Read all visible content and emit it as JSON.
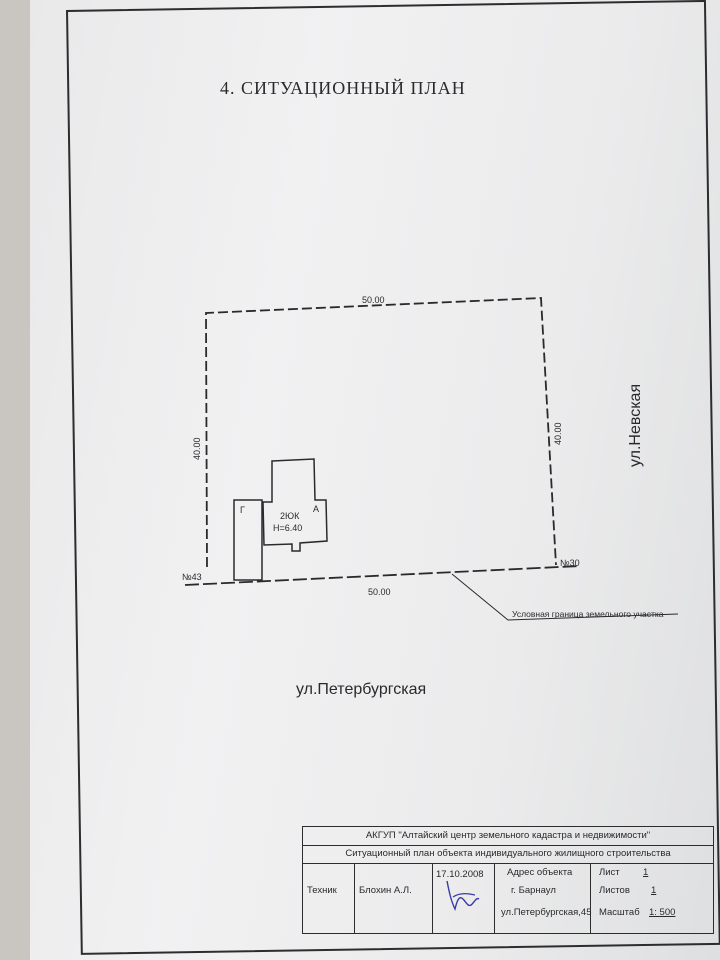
{
  "document": {
    "title": "4. СИТУАЦИОННЫЙ ПЛАН"
  },
  "plan": {
    "top_dim": "50.00",
    "bottom_dim": "50.00",
    "left_dim": "40.00",
    "right_dim": "40.00",
    "building_code": "2ЮК",
    "building_height": "H=6.40",
    "annex_label": "Г",
    "wing_label": "А",
    "neighbor_left": "№43",
    "neighbor_right": "№30",
    "boundary_note": "Условная граница земельного участка",
    "street_bottom": "ул.Петербургская",
    "street_right": "ул.Невская"
  },
  "stamp": {
    "organization": "АКГУП \"Алтайский центр земельного кадастра и недвижимости\"",
    "description": "Ситуационный план объекта индивидуального жилищного строительства",
    "role": "Техник",
    "name": "Блохин А.Л.",
    "date": "17.10.2008",
    "address_label": "Адрес объекта",
    "city": "г. Барнаул",
    "street": "ул.Петербургская,45",
    "sheet_label": "Лист",
    "sheet_value": "1",
    "sheets_label": "Листов",
    "sheets_value": "1",
    "scale_label": "Масштаб",
    "scale_value": "1: 500"
  }
}
